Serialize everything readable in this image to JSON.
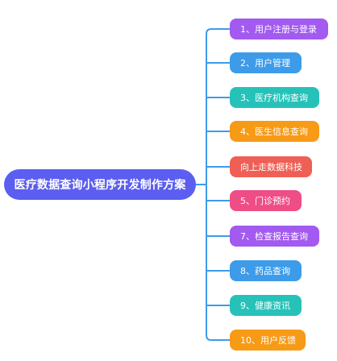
{
  "root": {
    "label": "医疗数据查询小程序开发制作方案",
    "color": "#5b5ef0"
  },
  "branch_color": "#3d9be9",
  "nodes": [
    {
      "label": "1、用户注册与登录",
      "color": "#a25af0"
    },
    {
      "label": "2、用户管理",
      "color": "#3d9be9"
    },
    {
      "label": "3、医疗机构查询",
      "color": "#26c2b9"
    },
    {
      "label": "4、医生信息查询",
      "color": "#f79a16"
    },
    {
      "label": "向上走数据科技",
      "color": "#ef5f55"
    },
    {
      "label": "5、门诊预约",
      "color": "#ef4d86"
    },
    {
      "label": "7、检查报告查询",
      "color": "#a25af0"
    },
    {
      "label": "8、药品查询",
      "color": "#3d9be9"
    },
    {
      "label": "9、健康资讯",
      "color": "#26c2b9"
    },
    {
      "label": "10、用户反馈",
      "color": "#f79a16"
    }
  ]
}
